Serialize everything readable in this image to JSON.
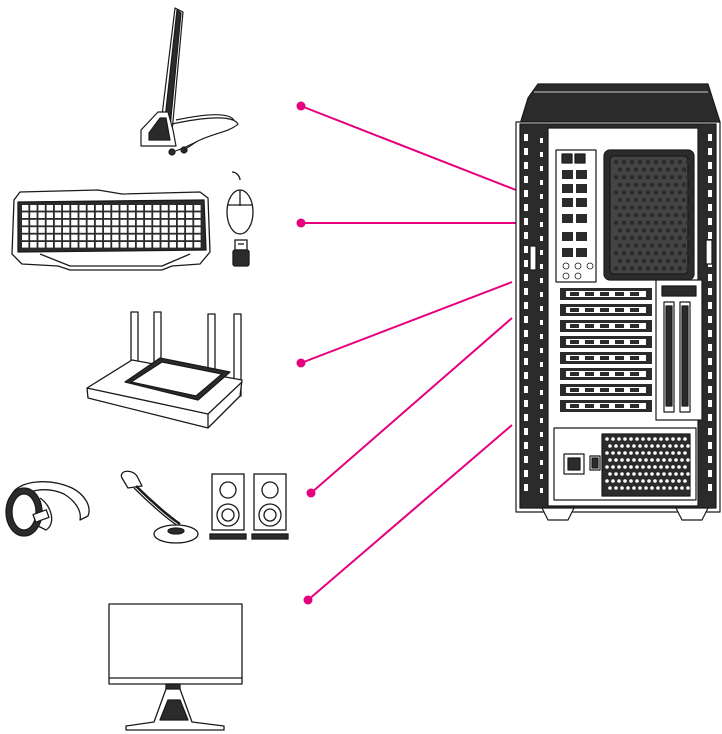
{
  "colors": {
    "connector": "#e6007e",
    "outline": "#1a1a1a",
    "fill_dark": "#2b2b2b",
    "fill_light": "#ffffff"
  },
  "devices": [
    {
      "id": "wifi-antenna",
      "icon": "wifi-antenna-icon"
    },
    {
      "id": "keyboard-mouse",
      "icon": "keyboard-mouse-icon"
    },
    {
      "id": "router",
      "icon": "router-icon"
    },
    {
      "id": "audio",
      "icon": "headphones-microphone-speakers-icon"
    },
    {
      "id": "monitor",
      "icon": "monitor-icon"
    }
  ],
  "pc": {
    "icon": "pc-tower-rear-icon"
  }
}
